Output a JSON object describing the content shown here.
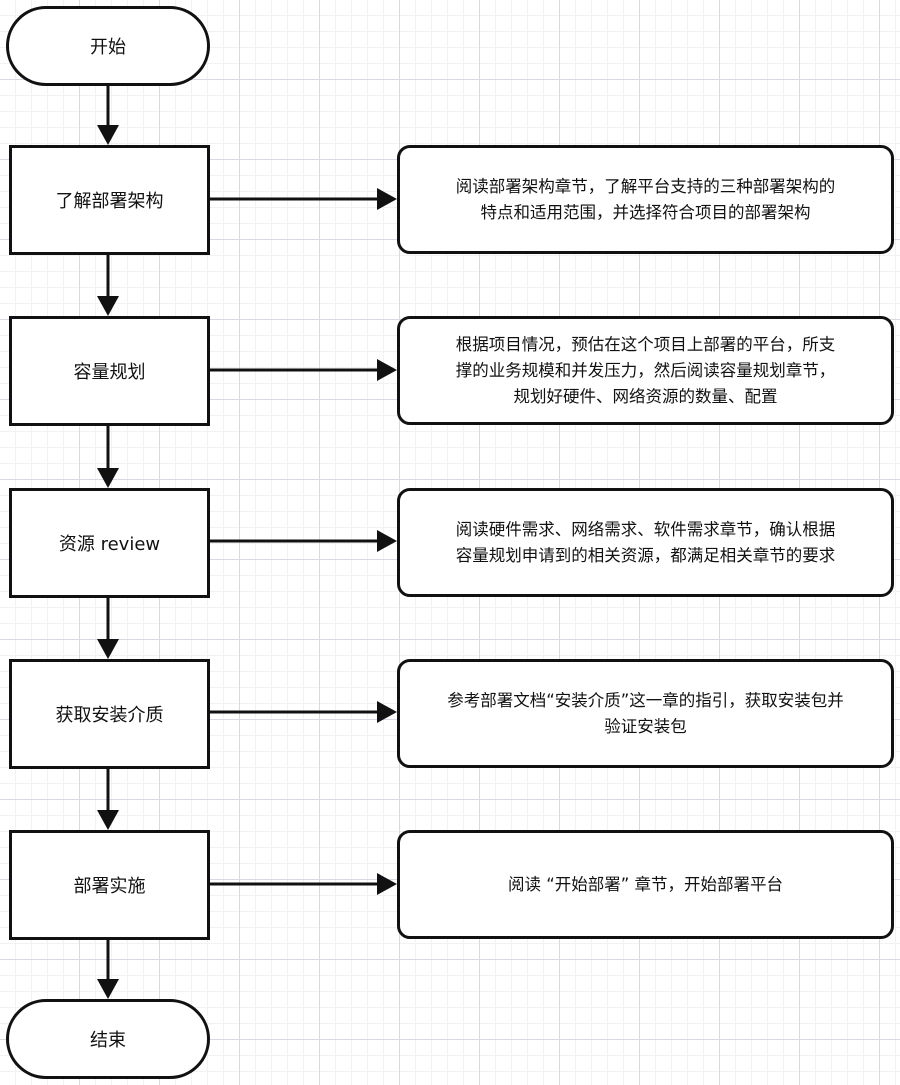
{
  "flow": {
    "start": "开始",
    "end": "结束",
    "steps": [
      {
        "label": "了解部署架构",
        "note": [
          "阅读部署架构章节，了解平台支持的三种部署架构的",
          "特点和适用范围，并选择符合项目的部署架构"
        ]
      },
      {
        "label": "容量规划",
        "note": [
          "根据项目情况，预估在这个项目上部署的平台，所支",
          "撑的业务规模和并发压力，然后阅读容量规划章节，",
          "规划好硬件、网络资源的数量、配置"
        ]
      },
      {
        "label": "资源 review",
        "note": [
          "阅读硬件需求、网络需求、软件需求章节，确认根据",
          "容量规划申请到的相关资源，都满足相关章节的要求"
        ]
      },
      {
        "label": "获取安装介质",
        "note": [
          "参考部署文档“安装介质”这一章的指引，获取安装包并",
          "验证安装包"
        ]
      },
      {
        "label": "部署实施",
        "note": [
          "阅读 “开始部署” 章节，开始部署平台"
        ]
      }
    ]
  }
}
